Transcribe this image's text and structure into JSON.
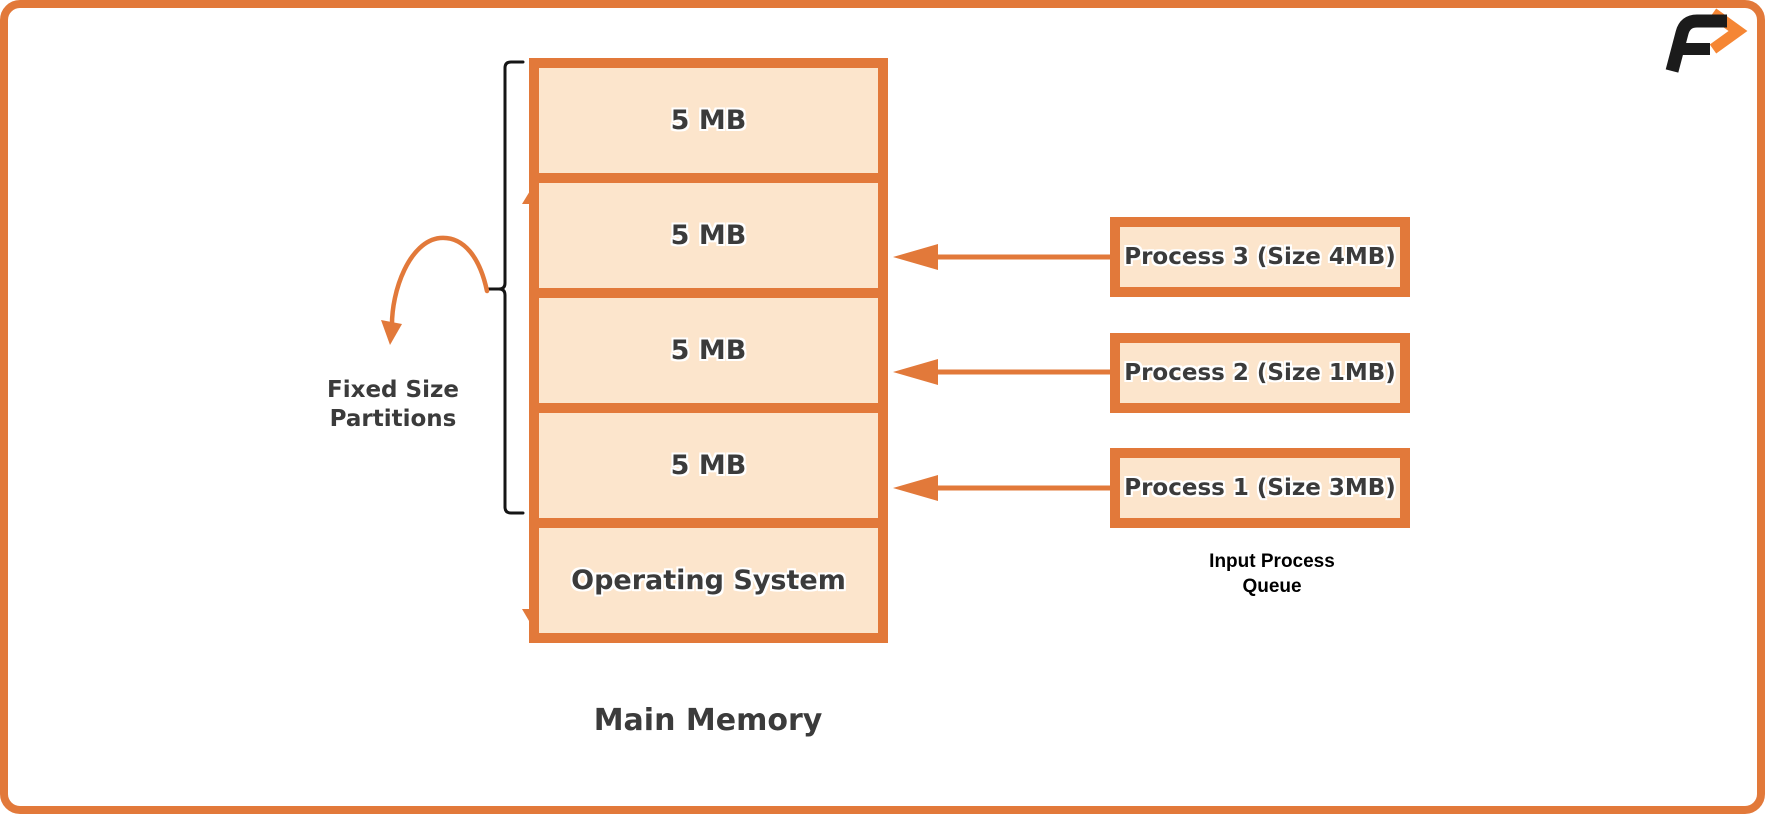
{
  "page": {
    "background": "#FFFFFF",
    "frame_color": "#E2793A"
  },
  "logo": {
    "icon": "brand-f-chevron-logo",
    "letter": "F",
    "letter_color": "#1B1B1B",
    "chevron_color": "#F58634"
  },
  "memory": {
    "title": "Main Memory",
    "partitions": [
      {
        "label": "5 MB"
      },
      {
        "label": "5 MB"
      },
      {
        "label": "5 MB"
      },
      {
        "label": "5 MB"
      },
      {
        "label": "Operating System"
      }
    ]
  },
  "bracket": {
    "label_line1": "Fixed Size",
    "label_line2": "Partitions"
  },
  "queue": {
    "label_line1": "Input Process",
    "label_line2": "Queue",
    "processes": [
      {
        "label": "Process 3 (Size 4MB)"
      },
      {
        "label": "Process 2 (Size 1MB)"
      },
      {
        "label": "Process 1 (Size 3MB)"
      }
    ]
  },
  "colors": {
    "accent_orange": "#E2793A",
    "fill_peach": "#FCE5CC",
    "text_dark": "#3B3B3B",
    "bracket_black": "#151515",
    "queue_text_black": "#000000"
  }
}
